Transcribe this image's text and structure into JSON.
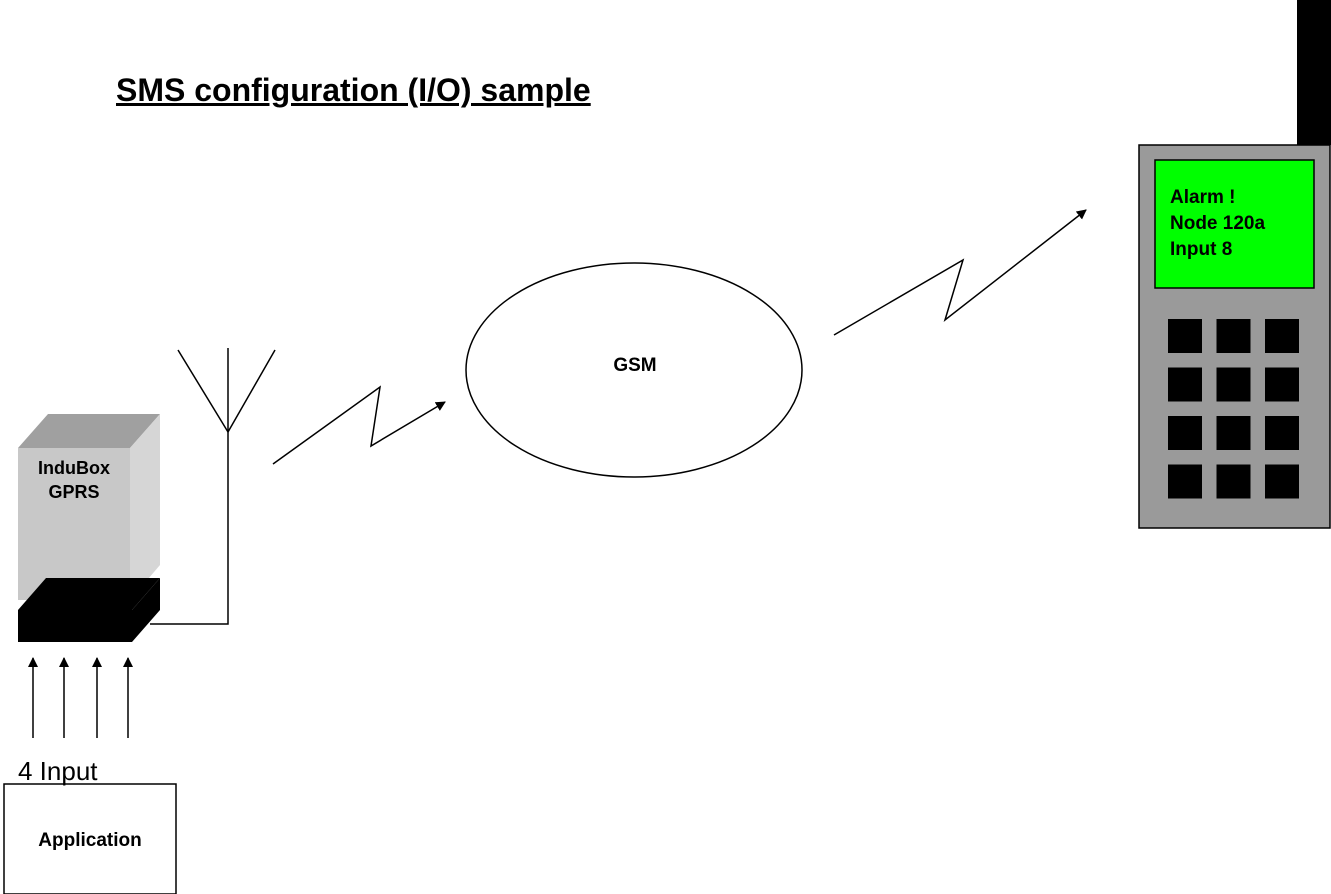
{
  "diagram": {
    "title": "SMS configuration (I/O) sample",
    "device": {
      "line1": "InduBox",
      "line2": "GPRS"
    },
    "network": {
      "label": "GSM"
    },
    "inputs": {
      "label": "4 Input",
      "count": 4
    },
    "application": {
      "label": "Application"
    },
    "phone": {
      "screen_lines": [
        "Alarm !",
        "Node 120a",
        "Input 8"
      ],
      "keys": 12,
      "screen_color": "#00ff00",
      "body_color": "#9a9a9a"
    }
  }
}
